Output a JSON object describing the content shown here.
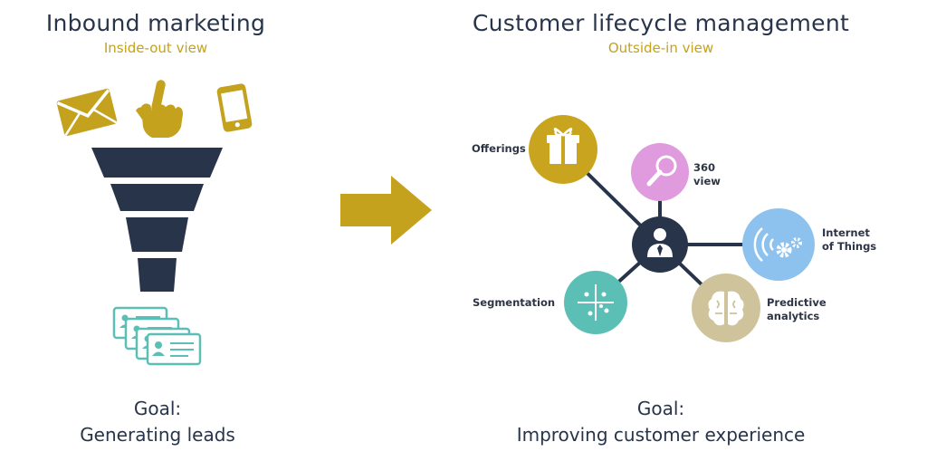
{
  "left": {
    "title": "Inbound marketing",
    "subtitle": "Inside-out view",
    "goal_label": "Goal:",
    "goal_text": "Generating leads",
    "icons": [
      "envelope-icon",
      "pointing-hand-icon",
      "smartphone-icon",
      "funnel-icon",
      "lead-cards-icon"
    ]
  },
  "right": {
    "title": "Customer lifecycle management",
    "subtitle": "Outside-in view",
    "goal_label": "Goal:",
    "goal_text": "Improving customer experience",
    "nodes": {
      "offerings": "Offerings",
      "view360_line1": "360",
      "view360_line2": "view",
      "iot_line1": "Internet",
      "iot_line2": "of Things",
      "predictive_line1": "Predictive",
      "predictive_line2": "analytics",
      "segmentation": "Segmentation"
    },
    "icons": [
      "gift-icon",
      "magnifier-icon",
      "wifi-gears-icon",
      "brain-icon",
      "scatter-icon",
      "customer-icon"
    ]
  },
  "colors": {
    "navy": "#27344a",
    "gold": "#c4a21d",
    "teal": "#5bbfb5",
    "pink": "#e09ade",
    "blue": "#8ec2ee",
    "khaki": "#cec39a",
    "gift_gold": "#c9a51f",
    "arrow_gold": "#c4a21d"
  }
}
